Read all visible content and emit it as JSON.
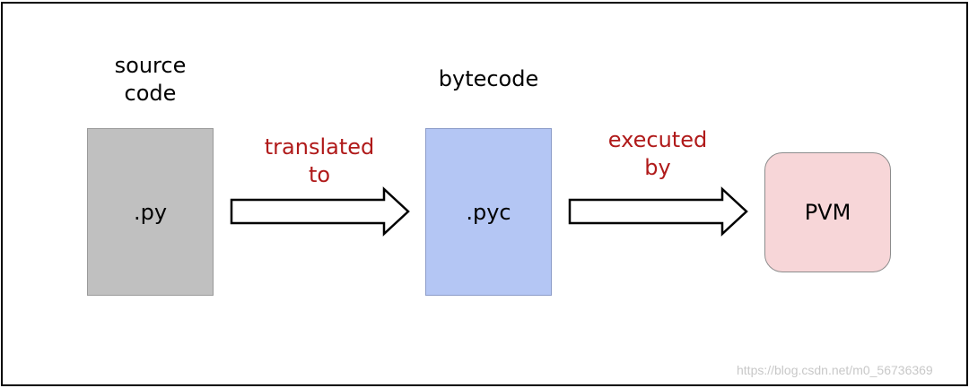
{
  "stages": {
    "source": {
      "label_lines": [
        "source",
        "code"
      ],
      "box_text": ".py",
      "fill": "#c0c0c0",
      "border": "#9a9a9a"
    },
    "bytecode": {
      "label": "bytecode",
      "box_text": ".pyc",
      "fill": "#b4c6f4",
      "border": "#8c9cc8"
    },
    "vm": {
      "box_text": "PVM",
      "fill": "#f7d6d8",
      "border": "#8c8c8c"
    }
  },
  "arrows": {
    "first": {
      "label_lines": [
        "translated",
        "to"
      ]
    },
    "second": {
      "label_lines": [
        "executed",
        "by"
      ]
    }
  },
  "colors": {
    "arrow_label": "#b01a1a",
    "arrow_stroke": "#000000",
    "arrow_fill": "#ffffff"
  },
  "watermark": "https://blog.csdn.net/m0_56736369"
}
